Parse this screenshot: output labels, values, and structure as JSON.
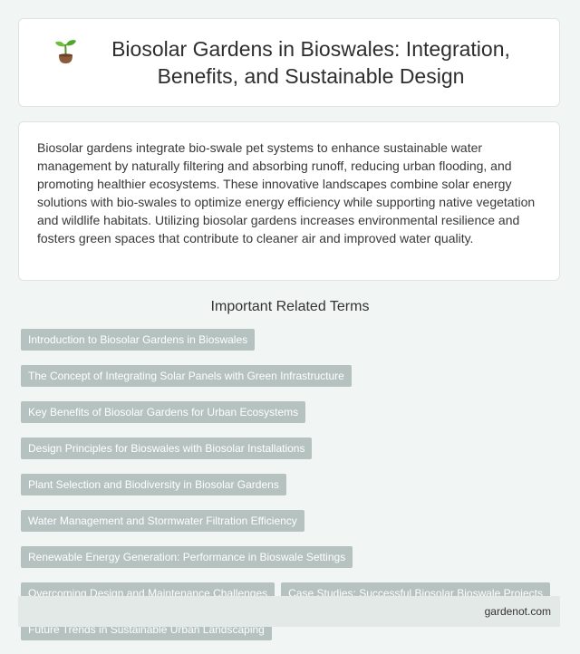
{
  "header": {
    "icon": "sprout-icon",
    "title": "Biosolar Gardens in Bioswales: Integration, Benefits, and Sustainable Design"
  },
  "description": "Biosolar gardens integrate bio-swale pet systems to enhance sustainable water management by naturally filtering and absorbing runoff, reducing urban flooding, and promoting healthier ecosystems. These innovative landscapes combine solar energy solutions with bio-swales to optimize energy efficiency while supporting native vegetation and wildlife habitats. Utilizing biosolar gardens increases environmental resilience and fosters green spaces that contribute to cleaner air and improved water quality.",
  "related": {
    "heading": "Important Related Terms",
    "terms": [
      "Introduction to Biosolar Gardens in Bioswales",
      "The Concept of Integrating Solar Panels with Green Infrastructure",
      "Key Benefits of Biosolar Gardens for Urban Ecosystems",
      "Design Principles for Bioswales with Biosolar Installations",
      "Plant Selection and Biodiversity in Biosolar Gardens",
      "Water Management and Stormwater Filtration Efficiency",
      "Renewable Energy Generation: Performance in Bioswale Settings",
      "Overcoming Design and Maintenance Challenges",
      "Case Studies: Successful Biosolar Bioswale Projects",
      "Future Trends in Sustainable Urban Landscaping"
    ]
  },
  "footer": {
    "site": "gardenot.com"
  },
  "colors": {
    "background": "#f1f6f4",
    "tag": "#b6c2c0",
    "footer": "#e3e9e7"
  }
}
